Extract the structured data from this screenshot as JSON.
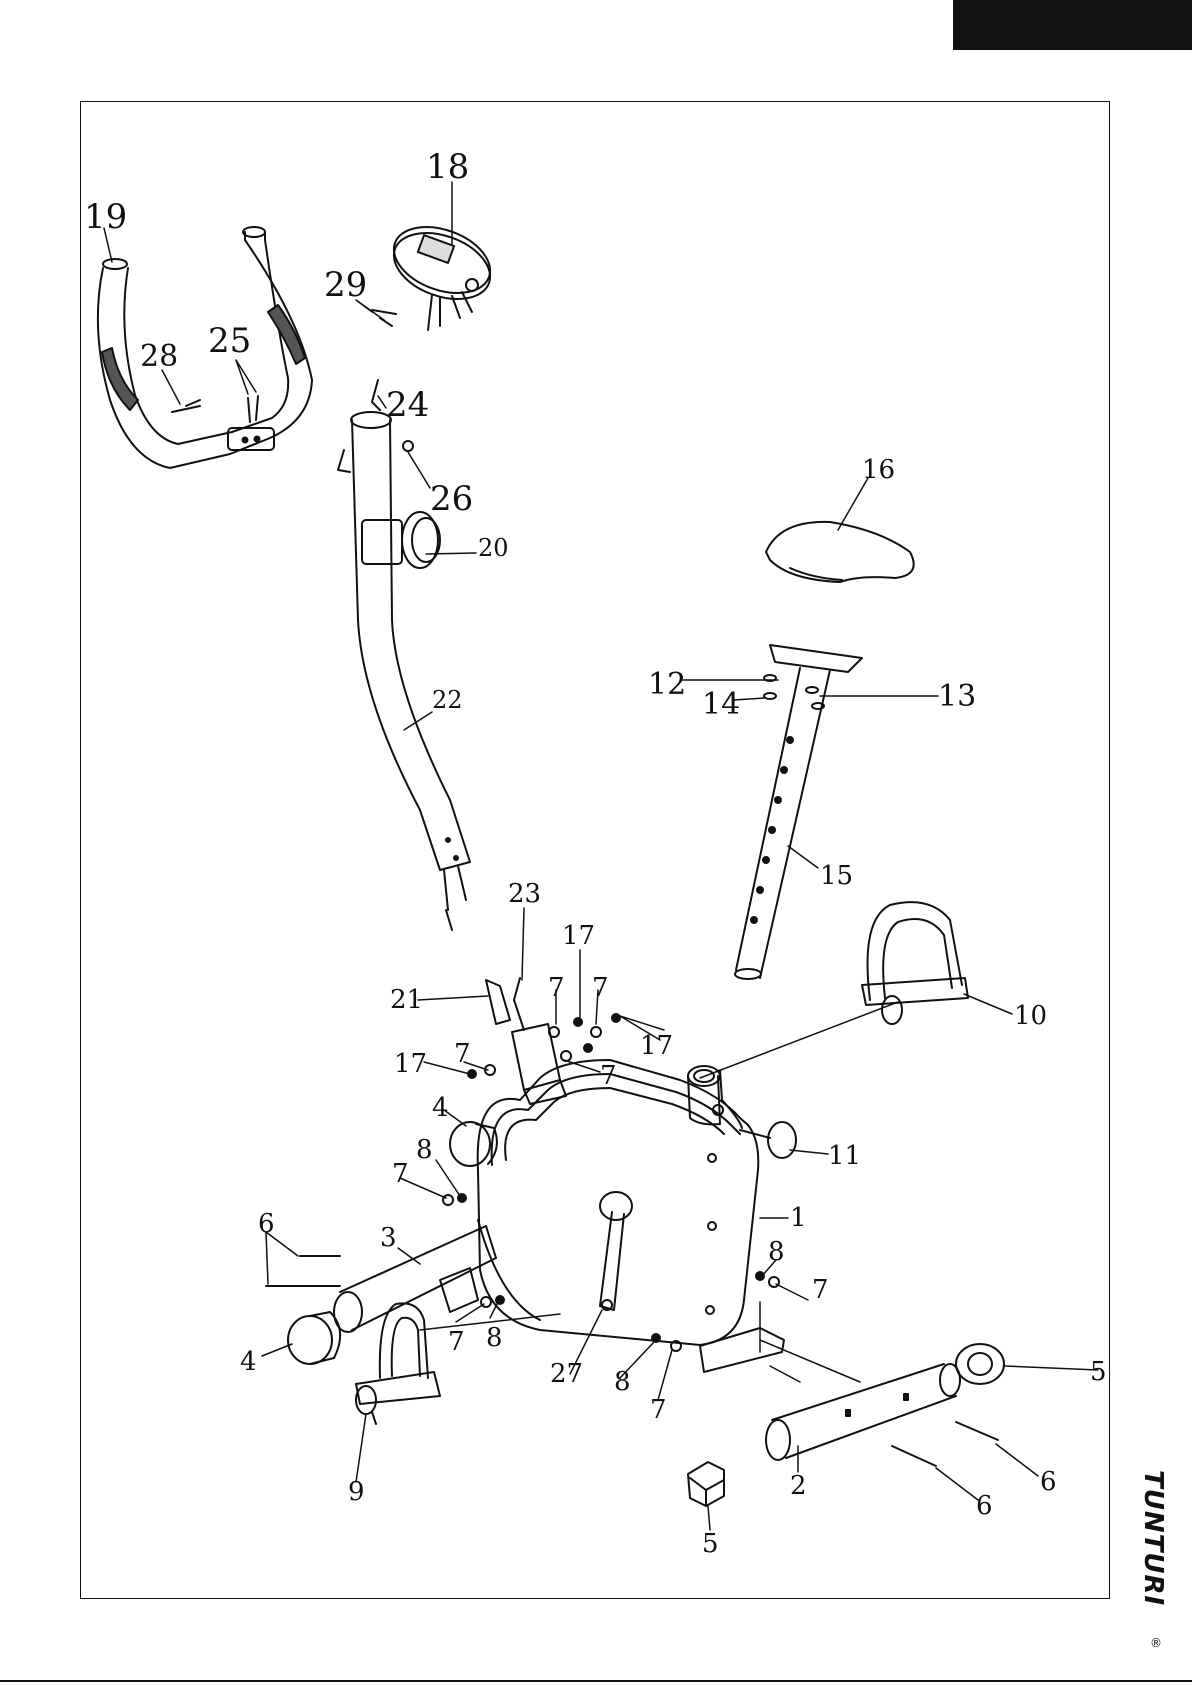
{
  "document": {
    "brand": "TUNTURI",
    "trademark_symbol": "®"
  },
  "callouts": [
    "19",
    "18",
    "29",
    "28",
    "25",
    "24",
    "26",
    "20",
    "16",
    "22",
    "12",
    "14",
    "13",
    "15",
    "23",
    "17",
    "7",
    "7",
    "21",
    "17",
    "7",
    "17",
    "7",
    "10",
    "4",
    "11",
    "8",
    "7",
    "1",
    "6",
    "3",
    "8",
    "7",
    "7",
    "8",
    "27",
    "8",
    "7",
    "5",
    "4",
    "9",
    "2",
    "6",
    "6",
    "5"
  ]
}
